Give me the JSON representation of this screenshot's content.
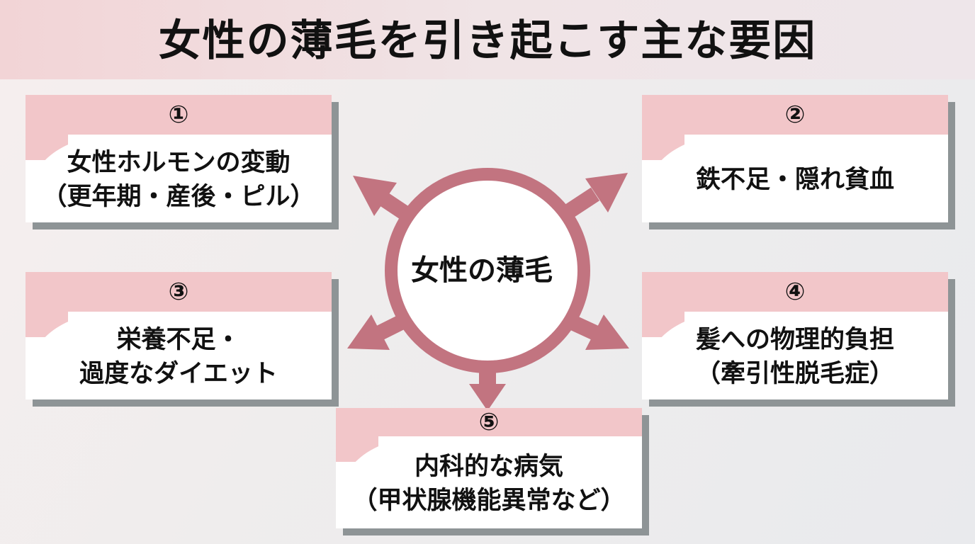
{
  "title": "女性の薄毛を引き起こす主な要因",
  "center": "女性の薄毛",
  "colors": {
    "accent": "#c27480",
    "card_header": "#f2c6c9",
    "card_shadow": "#8e9496"
  },
  "cards": [
    {
      "num": "①",
      "lines": [
        "女性ホルモンの変動",
        "（更年期・産後・ピル）"
      ]
    },
    {
      "num": "②",
      "lines": [
        "鉄不足・隠れ貧血"
      ]
    },
    {
      "num": "③",
      "lines": [
        "栄養不足・",
        "過度なダイエット"
      ]
    },
    {
      "num": "④",
      "lines": [
        "髪への物理的負担",
        "（牽引性脱毛症）"
      ]
    },
    {
      "num": "⑤",
      "lines": [
        "内科的な病気",
        "（甲状腺機能異常など）"
      ]
    }
  ]
}
